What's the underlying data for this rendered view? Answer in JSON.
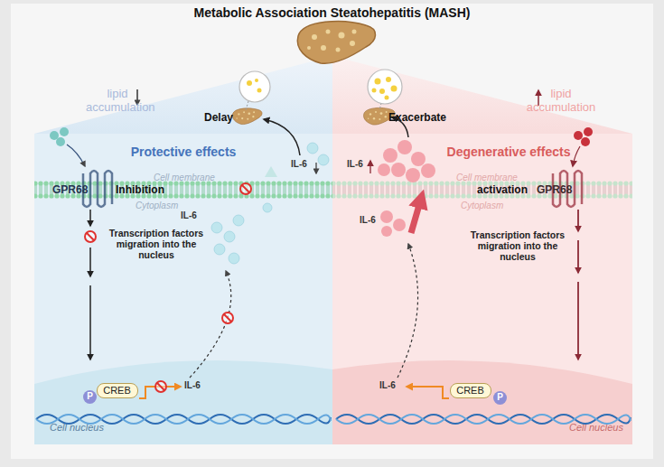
{
  "diagram": {
    "title": "Metabolic Association Steatohepatitis (MASH)",
    "nodes": [
      {
        "text": [
          "Protective effects"
        ]
      },
      {
        "text": [
          "Cell nucleus"
        ],
        "in": 0
      },
      {
        "text": [
          "P"
        ],
        "in": 1
      },
      {
        "text": [
          "CREB"
        ],
        "in": 1
      },
      {
        "text": [
          "Degenerative effects"
        ]
      },
      {
        "text": [
          "Cell nucleus"
        ],
        "in": 4
      },
      {
        "text": [
          "CREB"
        ],
        "in": 5
      },
      {
        "text": [
          "P"
        ],
        "in": 5
      }
    ],
    "labels": [
      "lipid accumulation",
      "lipid accumulation",
      "Delay",
      "Exacerbate",
      "IL-6",
      "IL-6",
      "Cell membrane",
      "GPR68",
      "Inhibition",
      "Cell membrane",
      "activation",
      "GPR68",
      "Cytoplasm",
      "Cytoplasm",
      "IL-6",
      "IL-6",
      "Transcription factors migration into the nucleus",
      "Transcription factors migration into the nucleus",
      "IL-6",
      "IL-6"
    ]
  }
}
